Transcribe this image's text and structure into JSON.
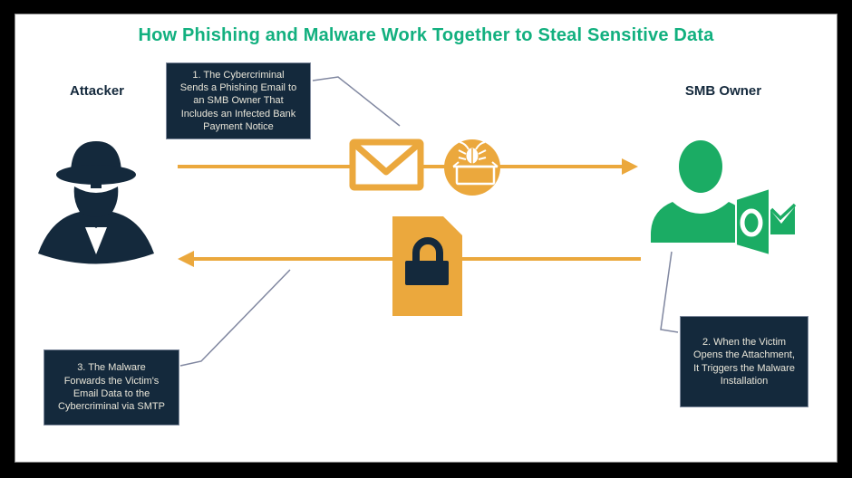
{
  "title": "How Phishing and Malware Work Together to Steal Sensitive Data",
  "actors": {
    "attacker": {
      "label": "Attacker",
      "icon": "spy-icon"
    },
    "smb_owner": {
      "label": "SMB Owner",
      "icon": "person-icon",
      "secondary_icon": "outlook-mail-icon"
    }
  },
  "steps": {
    "step1": {
      "text": "1. The Cybercriminal\nSends a Phishing Email to\nan SMB Owner That\nIncludes an Infected Bank\nPayment Notice",
      "icons": [
        "envelope-icon",
        "malware-bug-box-icon"
      ],
      "direction": "attacker-to-smb-owner"
    },
    "step2": {
      "text": "2. When the Victim\nOpens the Attachment,\nIt Triggers the Malware\nInstallation"
    },
    "step3": {
      "text": "3. The Malware\nForwards the Victim's\nEmail Data to the\nCybercriminal via SMTP",
      "icons": [
        "locked-document-icon"
      ],
      "direction": "smb-owner-to-attacker"
    }
  },
  "colors": {
    "title_green": "#12B07F",
    "actor_green": "#1BAC64",
    "navy": "#14293C",
    "arrow_yellow": "#EBA83D",
    "connector_gray": "#8087A0",
    "callout_text": "#E9E6D9",
    "background": "#000000",
    "panel": "#FFFFFF"
  }
}
